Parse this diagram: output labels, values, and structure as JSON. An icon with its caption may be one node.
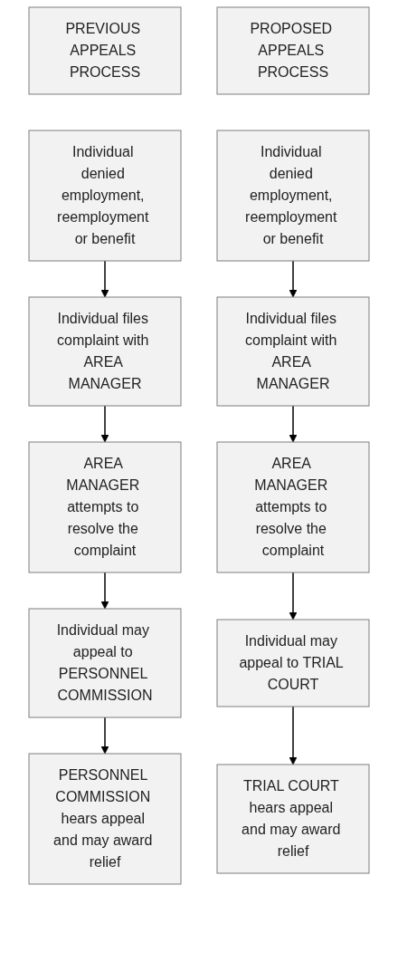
{
  "diagram": {
    "nodes": [
      {
        "text": [
          "PREVIOUS APPEALS PROCESS"
        ]
      },
      {
        "text": [
          "Individual denied employment, reemployment or benefit"
        ]
      },
      {
        "text": [
          "Individual files complaint with AREA MANAGER"
        ]
      },
      {
        "text": [
          "AREA MANAGER attempts to resolve the complaint"
        ]
      },
      {
        "text": [
          "Individual may appeal to PERSONNEL COMMISSION"
        ]
      },
      {
        "text": [
          "PERSONNEL COMMISSION hears appeal and may award relief"
        ]
      },
      {
        "text": [
          "PROPOSED APPEALS PROCESS"
        ]
      },
      {
        "text": [
          "Individual denied employment, reemployment or benefit"
        ]
      },
      {
        "text": [
          "Individual files complaint with AREA MANAGER"
        ]
      },
      {
        "text": [
          "AREA MANAGER attempts to resolve the complaint"
        ]
      },
      {
        "text": [
          "Individual may appeal to TRIAL COURT"
        ]
      },
      {
        "text": [
          "TRIAL COURT hears appeal and may award relief"
        ]
      }
    ],
    "edges": [
      {
        "from": 1,
        "to": 2,
        "arrow": "to"
      },
      {
        "from": 2,
        "to": 3,
        "arrow": "to"
      },
      {
        "from": 3,
        "to": 4,
        "arrow": "to"
      },
      {
        "from": 4,
        "to": 5,
        "arrow": "to"
      },
      {
        "from": 7,
        "to": 8,
        "arrow": "to"
      },
      {
        "from": 8,
        "to": 9,
        "arrow": "to"
      },
      {
        "from": 9,
        "to": 10,
        "arrow": "to"
      },
      {
        "from": 10,
        "to": 11,
        "arrow": "to"
      }
    ]
  }
}
